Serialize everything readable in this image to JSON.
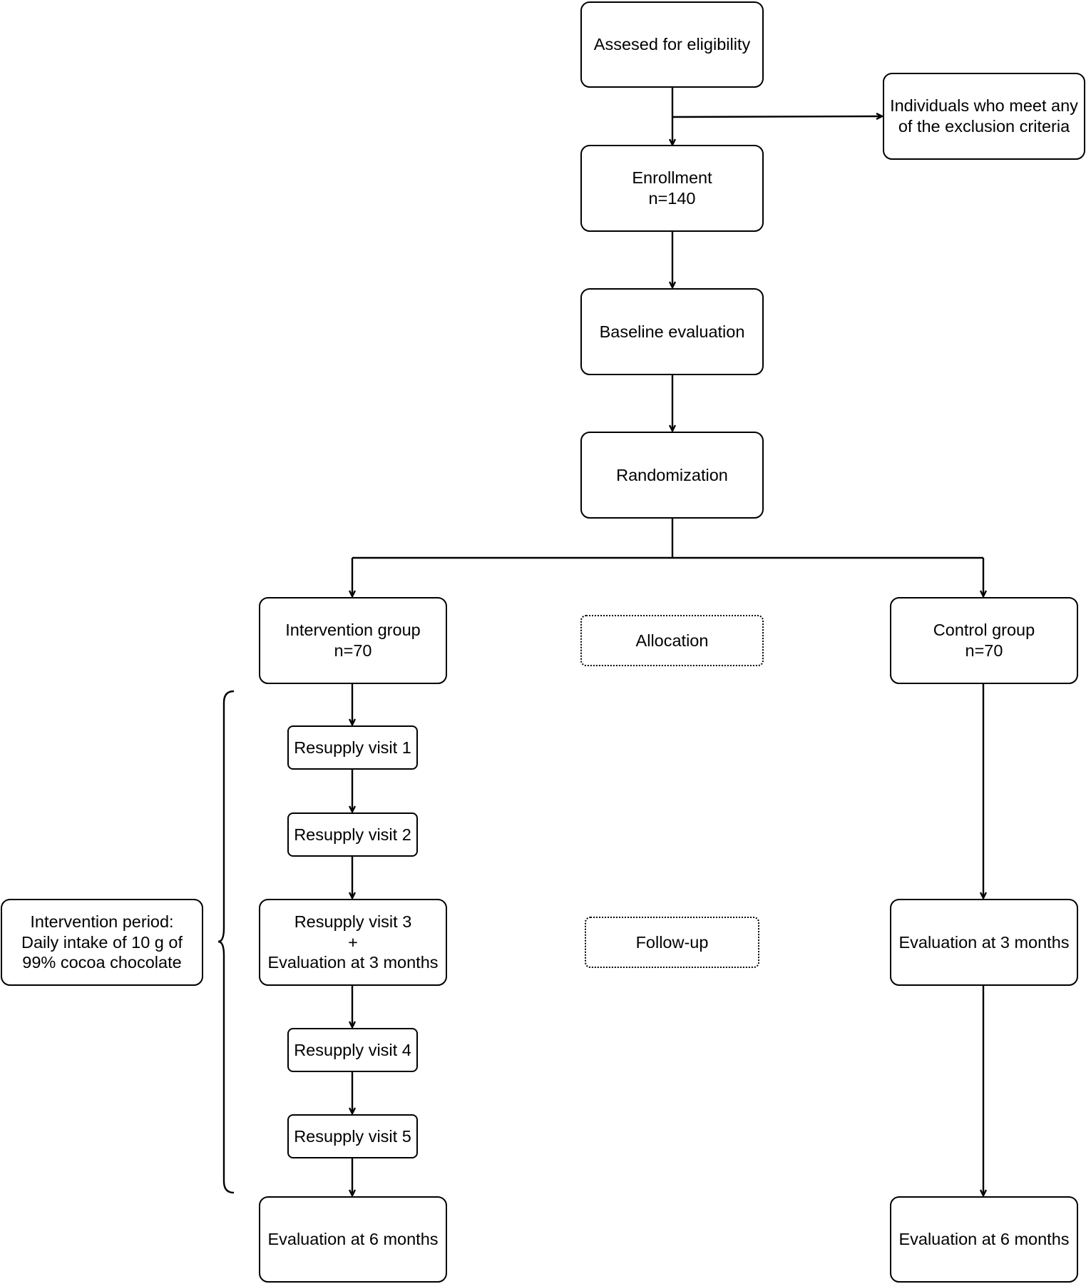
{
  "nodes": {
    "eligibility": "Assesed for eligibility",
    "exclusion": "Individuals who meet any\nof the exclusion criteria",
    "enrollment": "Enrollment\nn=140",
    "baseline": "Baseline evaluation",
    "randomization": "Randomization",
    "intervention_group": "Intervention group\nn=70",
    "allocation": "Allocation",
    "control_group": "Control group\nn=70",
    "resupply_1": "Resupply visit 1",
    "resupply_2": "Resupply visit 2",
    "resupply_3": "Resupply visit 3\n+\nEvaluation at 3 months",
    "follow_up": "Follow-up",
    "control_eval_3": "Evaluation at 3 months",
    "resupply_4": "Resupply visit 4",
    "resupply_5": "Resupply visit 5",
    "intervention_eval_6": "Evaluation at 6 months",
    "control_eval_6": "Evaluation at 6 months",
    "intervention_period": "Intervention period:\nDaily intake of 10 g of\n99% cocoa chocolate"
  },
  "colors": {
    "stroke": "#000000",
    "background": "#ffffff"
  }
}
